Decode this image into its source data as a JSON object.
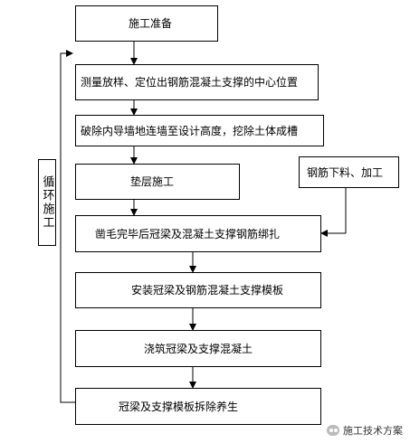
{
  "steps": [
    "施工准备",
    "测量放样、定位出钢筋混凝土支撑的中心位置",
    "破除内导墙地连墙至设计高度，挖除土体成槽",
    "垫层施工",
    "凿毛完毕后冠梁及混凝土支撑钢筋绑扎",
    "安装冠梁及钢筋混凝土支撑模板",
    "浇筑冠梁及支撑混凝土",
    "冠梁及支撑模板拆除养生"
  ],
  "side_input": "钢筋下料、加工",
  "loop_label": "循环施工",
  "watermark": "施工技术方案"
}
